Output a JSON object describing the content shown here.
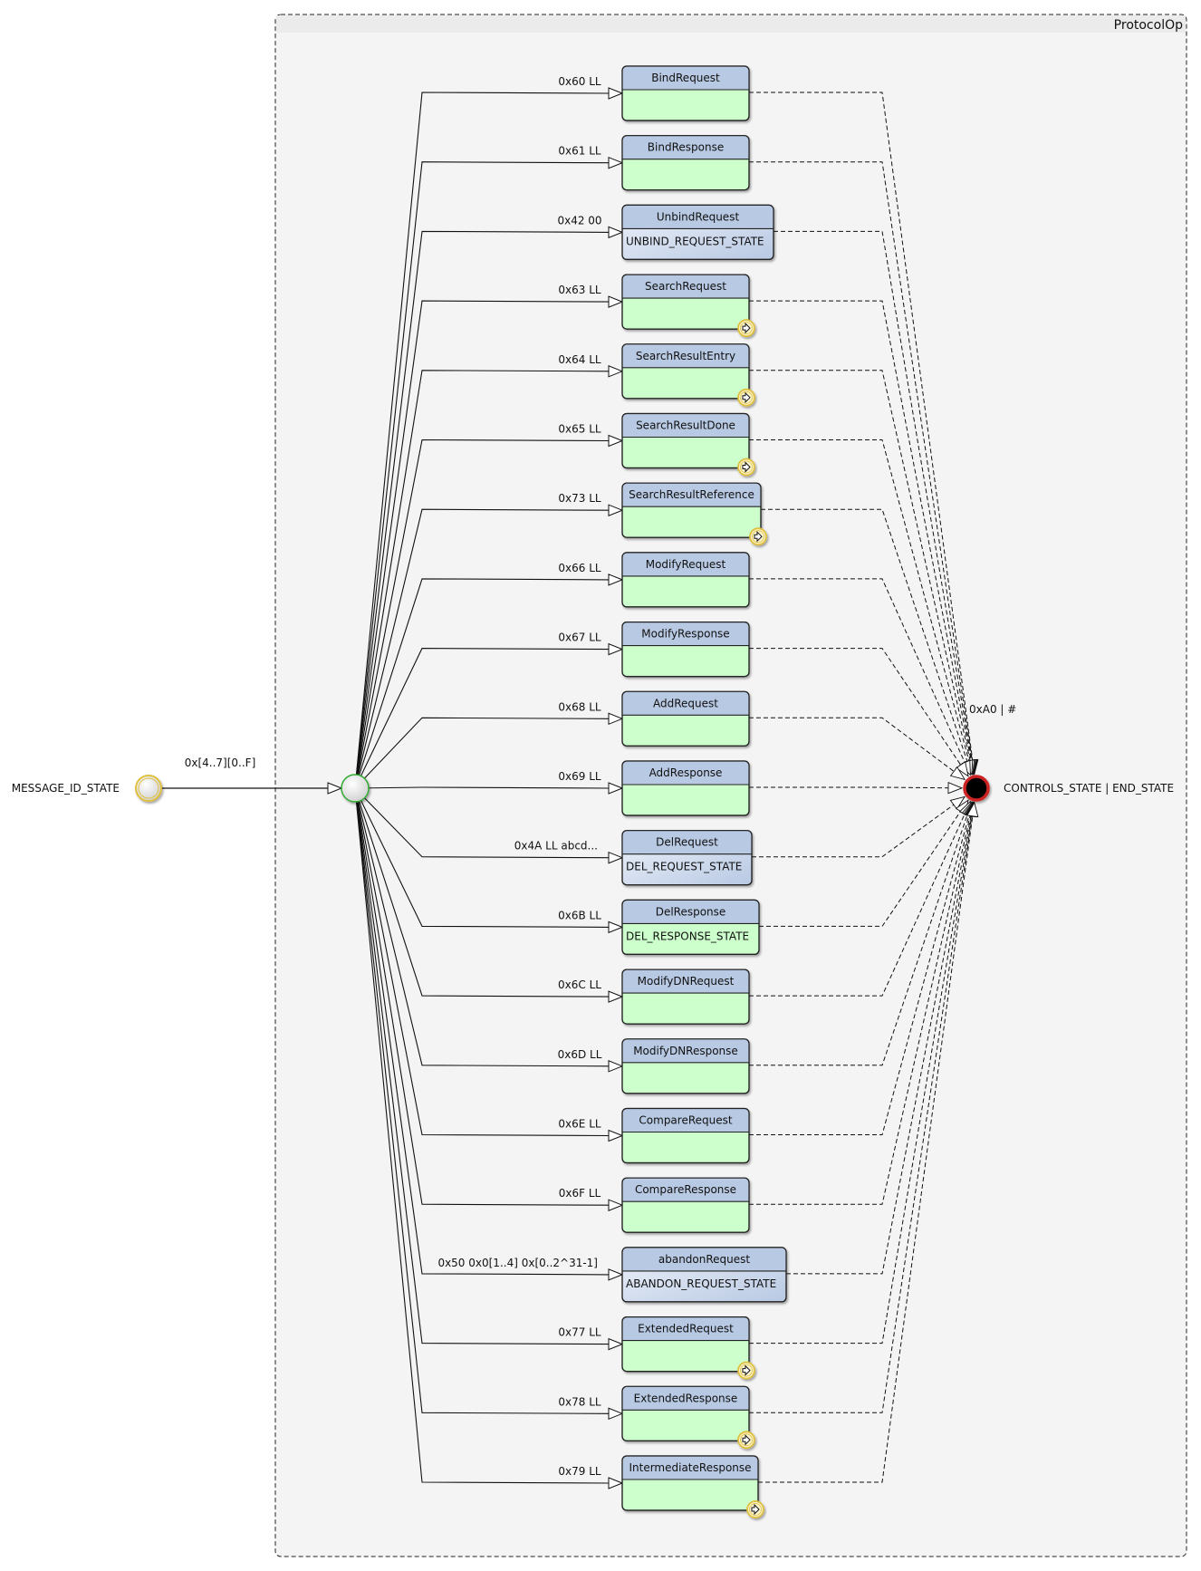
{
  "container": {
    "title": "ProtocolOp"
  },
  "start_state": {
    "label": "MESSAGE_ID_STATE",
    "transition_label": "0x[4..7][0..F]"
  },
  "end_state": {
    "label": "CONTROLS_STATE | END_STATE",
    "transition_label": "0xA0 | #"
  },
  "colors": {
    "container_bg": "#f4f4f4",
    "header_fill": "#b8c9e3",
    "body_green": "#ccffcc",
    "body_blue_from": "#eef2fa",
    "body_blue_to": "#b8c9e3",
    "start_ring": "#e0c040",
    "junction_ring": "#33aa33",
    "end_ring": "#cc2222"
  },
  "operations": [
    {
      "name": "BindRequest",
      "transition": "0x60 LL",
      "state": "",
      "body": "green",
      "submachine": false
    },
    {
      "name": "BindResponse",
      "transition": "0x61 LL",
      "state": "",
      "body": "green",
      "submachine": false
    },
    {
      "name": "UnbindRequest",
      "transition": "0x42 00",
      "state": "UNBIND_REQUEST_STATE",
      "body": "blue",
      "submachine": false
    },
    {
      "name": "SearchRequest",
      "transition": "0x63 LL",
      "state": "",
      "body": "green",
      "submachine": true
    },
    {
      "name": "SearchResultEntry",
      "transition": "0x64 LL",
      "state": "",
      "body": "green",
      "submachine": true
    },
    {
      "name": "SearchResultDone",
      "transition": "0x65 LL",
      "state": "",
      "body": "green",
      "submachine": true
    },
    {
      "name": "SearchResultReference",
      "transition": "0x73 LL",
      "state": "",
      "body": "green",
      "submachine": true
    },
    {
      "name": "ModifyRequest",
      "transition": "0x66 LL",
      "state": "",
      "body": "green",
      "submachine": false
    },
    {
      "name": "ModifyResponse",
      "transition": "0x67 LL",
      "state": "",
      "body": "green",
      "submachine": false
    },
    {
      "name": "AddRequest",
      "transition": "0x68 LL",
      "state": "",
      "body": "green",
      "submachine": false
    },
    {
      "name": "AddResponse",
      "transition": "0x69 LL",
      "state": "",
      "body": "green",
      "submachine": false
    },
    {
      "name": "DelRequest",
      "transition": "0x4A LL abcd...",
      "state": "DEL_REQUEST_STATE",
      "body": "blue",
      "submachine": false
    },
    {
      "name": "DelResponse",
      "transition": "0x6B LL",
      "state": "DEL_RESPONSE_STATE",
      "body": "green",
      "submachine": false
    },
    {
      "name": "ModifyDNRequest",
      "transition": "0x6C LL",
      "state": "",
      "body": "green",
      "submachine": false
    },
    {
      "name": "ModifyDNResponse",
      "transition": "0x6D LL",
      "state": "",
      "body": "green",
      "submachine": false
    },
    {
      "name": "CompareRequest",
      "transition": "0x6E LL",
      "state": "",
      "body": "green",
      "submachine": false
    },
    {
      "name": "CompareResponse",
      "transition": "0x6F LL",
      "state": "",
      "body": "green",
      "submachine": false
    },
    {
      "name": "abandonRequest",
      "transition": "0x50 0x0[1..4] 0x[0..2^31-1]",
      "state": "ABANDON_REQUEST_STATE",
      "body": "blue",
      "submachine": false
    },
    {
      "name": "ExtendedRequest",
      "transition": "0x77 LL",
      "state": "",
      "body": "green",
      "submachine": true
    },
    {
      "name": "ExtendedResponse",
      "transition": "0x78 LL",
      "state": "",
      "body": "green",
      "submachine": true
    },
    {
      "name": "IntermediateResponse",
      "transition": "0x79 LL",
      "state": "",
      "body": "green",
      "submachine": true
    }
  ]
}
